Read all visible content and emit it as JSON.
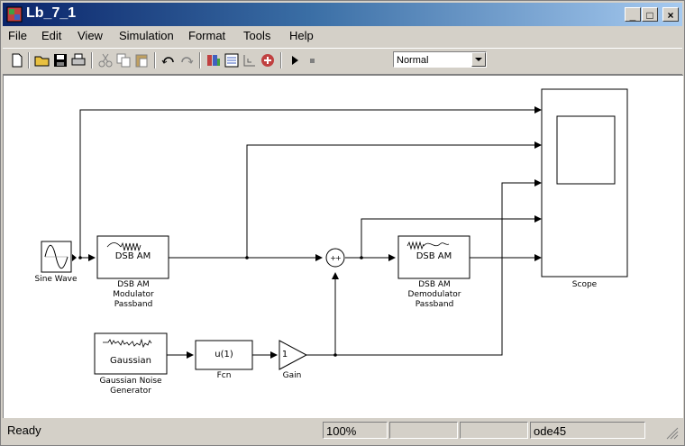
{
  "window": {
    "title": "Lb_7_1",
    "minimize": "_",
    "maximize": "□",
    "close": "×"
  },
  "menu": [
    "File",
    "Edit",
    "View",
    "Simulation",
    "Format",
    "Tools",
    "Help"
  ],
  "toolbar": {
    "sim_mode": "Normal",
    "icons": [
      "new-icon",
      "open-icon",
      "save-icon",
      "print-icon",
      "cut-icon",
      "copy-icon",
      "paste-icon",
      "undo-icon",
      "redo-icon",
      "library-browser-icon",
      "model-explorer-icon",
      "subsystem-icon",
      "debug-icon",
      "play-icon",
      "stop-icon"
    ]
  },
  "blocks": {
    "sine_wave": "Sine Wave",
    "modulator": {
      "inner": "DSB AM",
      "label": [
        "DSB AM",
        "Modulator",
        "Passband"
      ]
    },
    "demodulator": {
      "inner": "DSB AM",
      "label": [
        "DSB AM",
        "Demodulator",
        "Passband"
      ]
    },
    "noise": {
      "inner": "Gaussian",
      "label": [
        "Gaussian Noise",
        "Generator"
      ]
    },
    "fcn": {
      "inner": "u(1)",
      "label": "Fcn"
    },
    "gain": {
      "inner": "1",
      "label": "Gain"
    },
    "sum": {
      "signs": "++"
    },
    "scope": {
      "label": "Scope"
    }
  },
  "status": {
    "text": "Ready",
    "zoom": "100%",
    "solver": "ode45"
  }
}
